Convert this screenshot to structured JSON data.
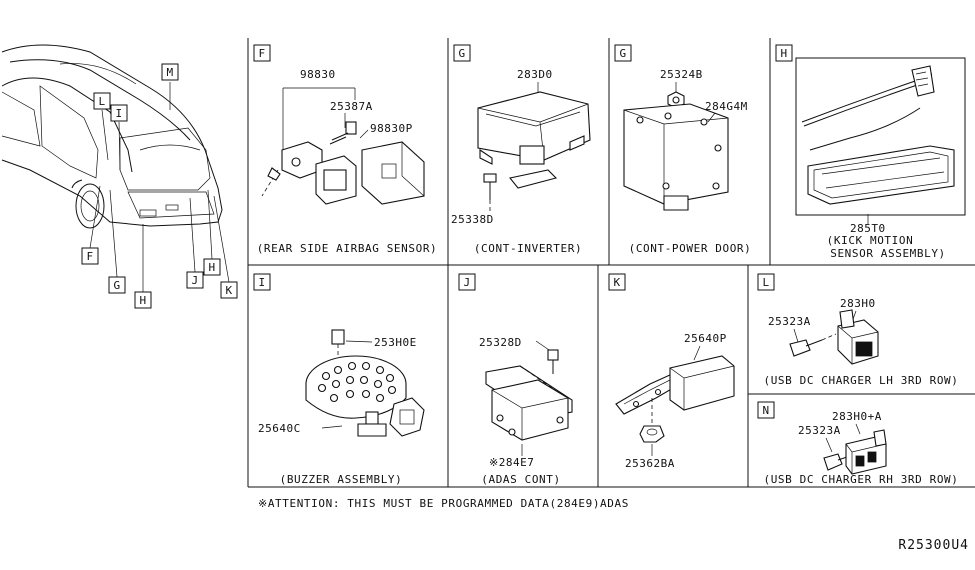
{
  "vehicle_labels": [
    "M",
    "L",
    "I",
    "F",
    "G",
    "H",
    "J",
    "H",
    "K"
  ],
  "panels": {
    "F": {
      "letter": "F",
      "caption": "(REAR SIDE AIRBAG SENSOR)",
      "parts": [
        "98830",
        "25387A",
        "98830P"
      ]
    },
    "G1": {
      "letter": "G",
      "caption": "(CONT-INVERTER)",
      "parts": [
        "283D0",
        "25338D"
      ]
    },
    "G2": {
      "letter": "G",
      "caption": "(CONT-POWER DOOR)",
      "parts": [
        "25324B",
        "284G4M"
      ]
    },
    "H": {
      "letter": "H",
      "caption_line1": "(KICK MOTION",
      "caption_line2": "SENSOR ASSEMBLY)",
      "parts": [
        "285T0"
      ]
    },
    "I": {
      "letter": "I",
      "caption": "(BUZZER ASSEMBLY)",
      "parts": [
        "253H0E",
        "25640C"
      ]
    },
    "J": {
      "letter": "J",
      "caption": "(ADAS CONT)",
      "parts": [
        "25328D",
        "※284E7"
      ]
    },
    "K": {
      "letter": "K",
      "caption": "",
      "parts": [
        "25640P",
        "25362BA"
      ]
    },
    "L": {
      "letter": "L",
      "caption": "(USB DC CHARGER LH 3RD ROW)",
      "parts": [
        "25323A",
        "283H0"
      ]
    },
    "N": {
      "letter": "N",
      "caption": "(USB DC CHARGER RH 3RD ROW)",
      "parts": [
        "25323A",
        "283H0+A"
      ]
    }
  },
  "attention_note": "※ATTENTION: THIS MUST BE PROGRAMMED DATA(284E9)ADAS",
  "diagram_id": "R25300U4"
}
